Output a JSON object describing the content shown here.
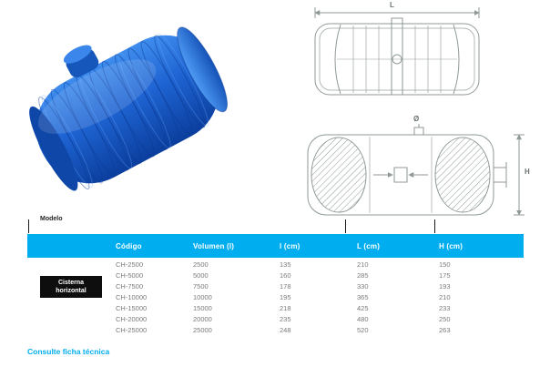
{
  "colors": {
    "accent": "#00AEEF",
    "drawing": "#8f9a96",
    "tank_blue": "#1f6fd6",
    "ink": "#1a1a1a"
  },
  "illustration": {
    "alt": "blue ribbed horizontal cistern tank"
  },
  "diagrams": {
    "length_dim_label": "L",
    "diameter_dim_label": "Ø",
    "height_dim_label": "H"
  },
  "table": {
    "model_column_label": "Modelo",
    "product": {
      "name_line1": "Cisterna",
      "name_line2": "horizontal"
    },
    "headers": [
      "Código",
      "Volumen (l)",
      "l (cm)",
      "L (cm)",
      "H (cm)"
    ],
    "rows": [
      {
        "codigo": "CH-2500",
        "volumen": "2500",
        "l": "135",
        "L": "210",
        "H": "150"
      },
      {
        "codigo": "CH-5000",
        "volumen": "5000",
        "l": "160",
        "L": "285",
        "H": "175"
      },
      {
        "codigo": "CH-7500",
        "volumen": "7500",
        "l": "178",
        "L": "330",
        "H": "193"
      },
      {
        "codigo": "CH-10000",
        "volumen": "10000",
        "l": "195",
        "L": "365",
        "H": "210"
      },
      {
        "codigo": "CH-15000",
        "volumen": "15000",
        "l": "218",
        "L": "425",
        "H": "233"
      },
      {
        "codigo": "CH-20000",
        "volumen": "20000",
        "l": "235",
        "L": "480",
        "H": "250"
      },
      {
        "codigo": "CH-25000",
        "volumen": "25000",
        "l": "248",
        "L": "520",
        "H": "263"
      }
    ]
  },
  "footer": {
    "note": "Consulte ficha técnica"
  }
}
